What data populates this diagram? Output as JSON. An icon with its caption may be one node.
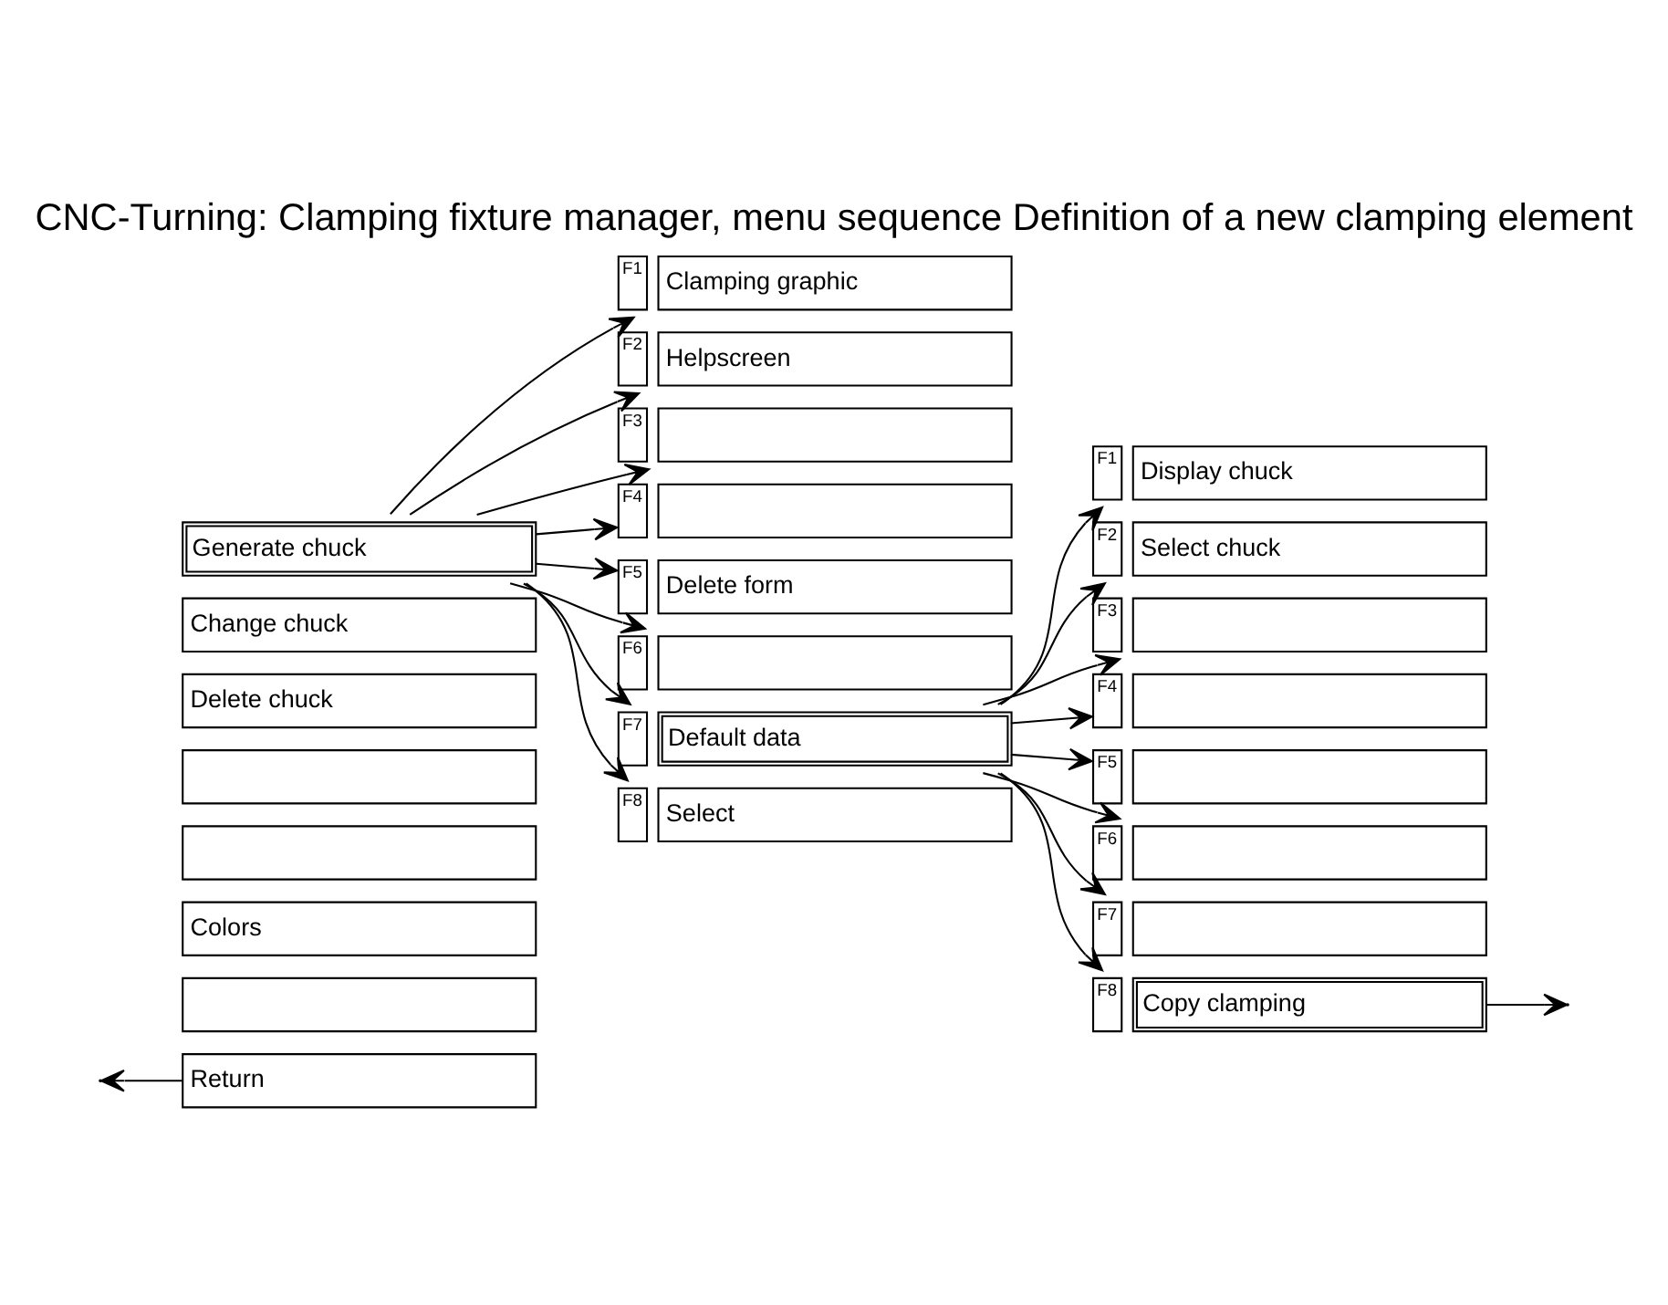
{
  "diagram": {
    "title": "CNC-Turning: Clamping fixture manager, menu sequence Definition of a new clamping element",
    "nodes": [
      {
        "text": [
          "Generate chuck"
        ]
      },
      {
        "text": [
          "Change chuck"
        ]
      },
      {
        "text": [
          "Delete chuck"
        ]
      },
      {
        "text": [],
        "shape": "box"
      },
      {
        "text": [],
        "shape": "box"
      },
      {
        "text": [
          "Colors"
        ]
      },
      {
        "text": [],
        "shape": "box"
      },
      {
        "text": [
          "Return"
        ]
      },
      {
        "text": [
          "Clamping graphic"
        ],
        "beside": [
          "F1"
        ]
      },
      {
        "text": [
          "Helpscreen"
        ],
        "beside": [
          "F2"
        ]
      },
      {
        "text": [],
        "shape": "box",
        "beside": [
          "F3"
        ]
      },
      {
        "text": [],
        "shape": "box",
        "beside": [
          "F4"
        ]
      },
      {
        "text": [
          "Delete form"
        ],
        "beside": [
          "F5"
        ]
      },
      {
        "text": [],
        "shape": "box",
        "beside": [
          "F6"
        ]
      },
      {
        "text": [
          "Default data"
        ],
        "beside": [
          "F7"
        ]
      },
      {
        "text": [
          "Select"
        ],
        "beside": [
          "F8"
        ]
      },
      {
        "text": [
          "Display chuck"
        ],
        "beside": [
          "F1"
        ]
      },
      {
        "text": [
          "Select chuck"
        ],
        "beside": [
          "F2"
        ]
      },
      {
        "text": [],
        "shape": "box",
        "beside": [
          "F3"
        ]
      },
      {
        "text": [],
        "shape": "box",
        "beside": [
          "F4"
        ]
      },
      {
        "text": [],
        "shape": "box",
        "beside": [
          "F5"
        ]
      },
      {
        "text": [],
        "shape": "box",
        "beside": [
          "F6"
        ]
      },
      {
        "text": [],
        "shape": "box",
        "beside": [
          "F7"
        ]
      },
      {
        "text": [
          "Copy clamping"
        ],
        "beside": [
          "F8"
        ]
      }
    ],
    "edges": [
      {
        "from": 0,
        "to": 8,
        "arrow": "to"
      },
      {
        "from": 0,
        "to": 9,
        "arrow": "to"
      },
      {
        "from": 0,
        "to": 10,
        "arrow": "to"
      },
      {
        "from": 0,
        "to": 11,
        "arrow": "to"
      },
      {
        "from": 0,
        "to": 12,
        "arrow": "to"
      },
      {
        "from": 0,
        "to": 13,
        "arrow": "to"
      },
      {
        "from": 0,
        "to": 14,
        "arrow": "to"
      },
      {
        "from": 0,
        "to": 15,
        "arrow": "to"
      },
      {
        "from": 14,
        "to": 16,
        "arrow": "to"
      },
      {
        "from": 14,
        "to": 17,
        "arrow": "to"
      },
      {
        "from": 14,
        "to": 18,
        "arrow": "to"
      },
      {
        "from": 14,
        "to": 19,
        "arrow": "to"
      },
      {
        "from": 14,
        "to": 20,
        "arrow": "to"
      },
      {
        "from": 14,
        "to": 21,
        "arrow": "to"
      },
      {
        "from": 14,
        "to": 22,
        "arrow": "to"
      },
      {
        "from": 14,
        "to": 23,
        "arrow": "to"
      },
      {
        "from": 7,
        "to": null,
        "arrow": "to"
      },
      {
        "from": 23,
        "to": null,
        "arrow": "to"
      }
    ]
  }
}
